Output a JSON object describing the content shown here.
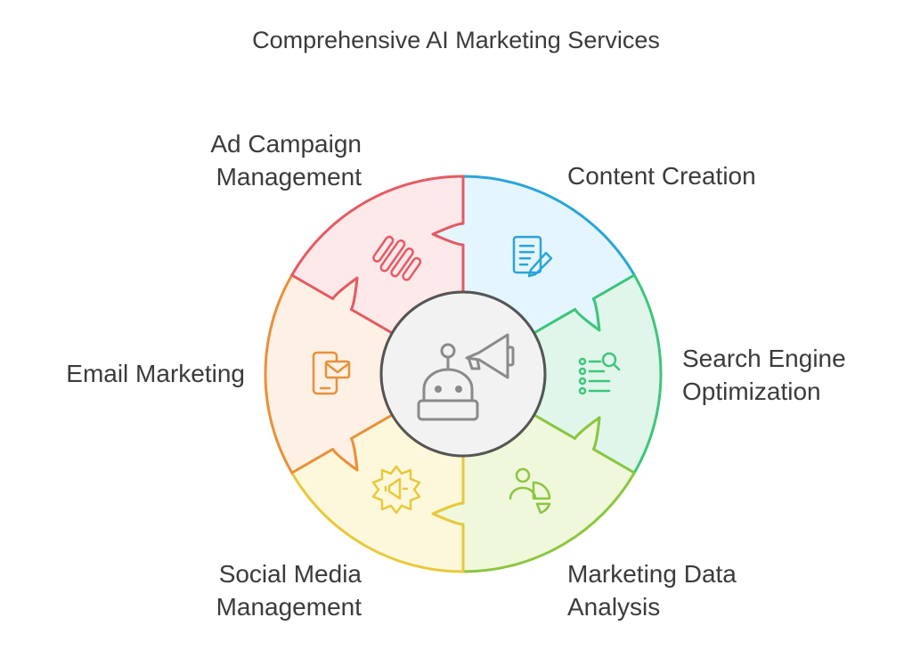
{
  "title": "Comprehensive AI Marketing Services",
  "segments": [
    {
      "id": "content",
      "lines": [
        "Content Creation"
      ],
      "icon": "document-pencil-icon",
      "fill": "#e5f5fd",
      "stroke": "#29a5d8"
    },
    {
      "id": "seo",
      "lines": [
        "Search Engine",
        "Optimization"
      ],
      "icon": "list-search-icon",
      "fill": "#e1f6ea",
      "stroke": "#3cc67a"
    },
    {
      "id": "data",
      "lines": [
        "Marketing Data",
        "Analysis"
      ],
      "icon": "person-pie-chart-icon",
      "fill": "#eff8db",
      "stroke": "#8cc63f"
    },
    {
      "id": "social",
      "lines": [
        "Social Media",
        "Management"
      ],
      "icon": "gear-megaphone-icon",
      "fill": "#fdf8dc",
      "stroke": "#e8c93a"
    },
    {
      "id": "email",
      "lines": [
        "Email Marketing"
      ],
      "icon": "phone-mail-icon",
      "fill": "#fdf0e4",
      "stroke": "#e8903a"
    },
    {
      "id": "ads",
      "lines": [
        "Ad Campaign",
        "Management"
      ],
      "icon": "tilted-bars-icon",
      "fill": "#fde8ea",
      "stroke": "#e45b63"
    }
  ],
  "center": {
    "icon": "robot-megaphone-icon",
    "fill": "#f2f2f2",
    "stroke": "#555555"
  }
}
